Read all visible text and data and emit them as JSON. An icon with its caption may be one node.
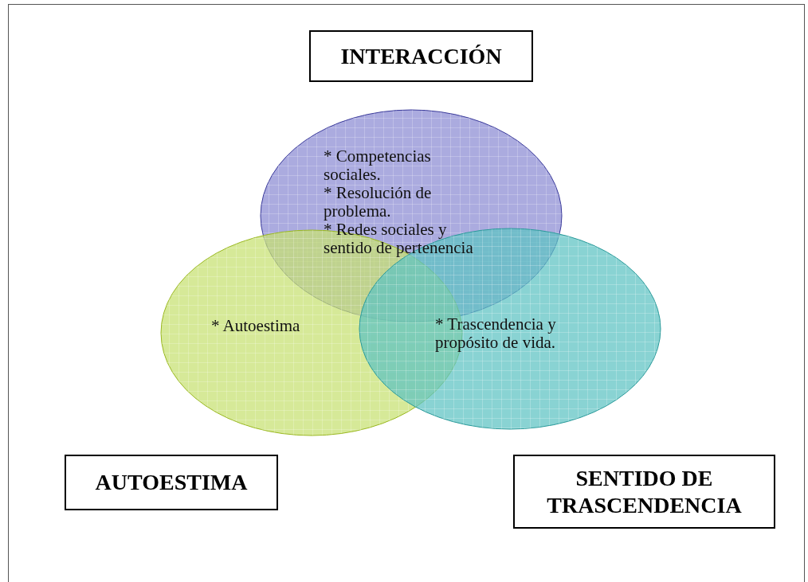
{
  "diagram": {
    "nodes": [
      {
        "text": [
          "INTERACCIÓN"
        ]
      },
      {
        "text": [
          "* Competencias sociales.",
          "* Resolución de problema.",
          "* Redes sociales y sentido de pertenencia"
        ]
      },
      {
        "text": [
          "* Autoestima"
        ]
      },
      {
        "text": [
          "* Trascendencia y propósito de vida."
        ]
      },
      {
        "text": [
          "AUTOESTIMA"
        ]
      },
      {
        "text": [
          "SENTIDO DE TRASCENDENCIA"
        ]
      }
    ],
    "edges": []
  }
}
